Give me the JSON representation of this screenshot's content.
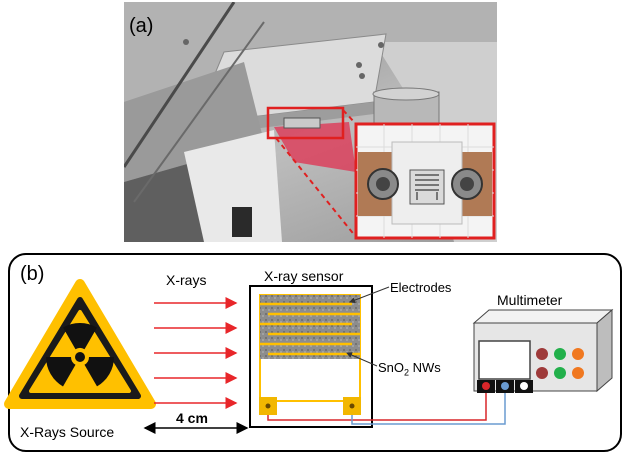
{
  "panel_a": {
    "label": "(a)"
  },
  "panel_b": {
    "label": "(b)",
    "xray_label": "X-rays",
    "sensor_title": "X-ray sensor",
    "electrodes_label": "Electrodes",
    "nanowires_label_main": "SnO",
    "nanowires_label_sub": "2",
    "nanowires_label_end": " NWs",
    "multimeter_label": "Multimeter",
    "source_label": "X-Rays Source",
    "distance_label": "4 cm"
  },
  "icons": {
    "radiation": "radiation-warning-icon"
  },
  "colors": {
    "xray_arrow": "#e8262a",
    "sensor_frame": "#ffc000",
    "electrode_pad": "#f2b700",
    "nanowire_film": "#8a8a8a",
    "wire_red": "#d9262a",
    "wire_blue": "#6a9bd1",
    "hazard_yellow": "#ffc000",
    "highlight_red": "#e02020"
  }
}
